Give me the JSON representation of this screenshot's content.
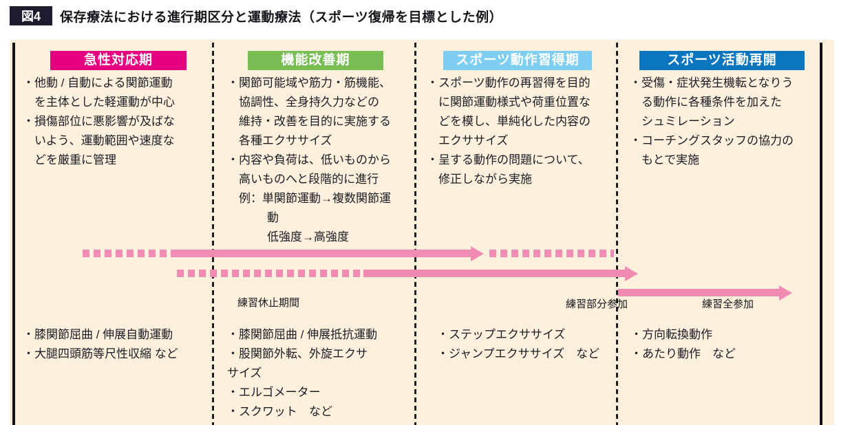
{
  "figure": {
    "label": "図4",
    "title": "保存療法における進行期区分と運動療法（スポーツ復帰を目標とした例）"
  },
  "colors": {
    "badge": "#1c1c2e",
    "board_bg": "#fdf1de",
    "phase1": "#e4007f",
    "phase2": "#79bd55",
    "phase3": "#7ecef4",
    "phase4": "#0b76c0",
    "arrow": "#f08cb4",
    "text": "#1b1b24"
  },
  "columns": [
    {
      "header": "急性対応期",
      "notes": [
        {
          "text": "・他動 / 自動による関節運動",
          "style": "b"
        },
        {
          "text": "を主体とした軽運動が中心",
          "style": "i"
        },
        {
          "text": "・損傷部位に悪影響が及ばな",
          "style": "b"
        },
        {
          "text": "いよう、運動範囲や速度な",
          "style": "i"
        },
        {
          "text": "どを厳重に管理",
          "style": "i"
        }
      ],
      "exercises": [
        {
          "text": "・膝関節屈曲 / 伸展自動運動",
          "style": "b"
        },
        {
          "text": "・大腿四頭筋等尺性収縮 など",
          "style": "b"
        }
      ]
    },
    {
      "header": "機能改善期",
      "notes": [
        {
          "text": "・関節可能域や筋力・筋機能、",
          "style": "b"
        },
        {
          "text": "協調性、全身持久力などの",
          "style": "i"
        },
        {
          "text": "維持・改善を目的に実施する",
          "style": "i"
        },
        {
          "text": "各種エクササイズ",
          "style": "i"
        },
        {
          "text": "・内容や負荷は、低いものから",
          "style": "b"
        },
        {
          "text": "高いものへと段階的に進行",
          "style": "i"
        },
        {
          "text": "例：単関節運動→複数関節運",
          "style": "i"
        },
        {
          "text": "動",
          "style": "i3"
        },
        {
          "text": "低強度→高強度",
          "style": "i3"
        }
      ],
      "exercises": [
        {
          "text": "・膝関節屈曲 / 伸展抵抗運動",
          "style": "b"
        },
        {
          "text": "・股関節外転、外旋エクサ",
          "style": "b"
        },
        {
          "text": "サイズ",
          "style": "b"
        },
        {
          "text": "・エルゴメーター",
          "style": "b"
        },
        {
          "text": "・スクワット　など",
          "style": "b"
        }
      ]
    },
    {
      "header": "スポーツ動作習得期",
      "notes": [
        {
          "text": "・スポーツ動作の再習得を目的",
          "style": "b"
        },
        {
          "text": "に関節運動様式や荷重位置な",
          "style": "i"
        },
        {
          "text": "どを模し、単純化した内容の",
          "style": "i"
        },
        {
          "text": "エクササイズ",
          "style": "i"
        },
        {
          "text": "・呈する動作の問題について、",
          "style": "b"
        },
        {
          "text": "修正しながら実施",
          "style": "i"
        }
      ],
      "exercises": [
        {
          "text": "・ステップエクササイズ",
          "style": "b"
        },
        {
          "text": "・ジャンプエクササイズ　など",
          "style": "b"
        }
      ]
    },
    {
      "header": "スポーツ活動再開",
      "notes": [
        {
          "text": "・受傷・症状発生機転となりう",
          "style": "b"
        },
        {
          "text": "る動作に各種条件を加えた",
          "style": "i"
        },
        {
          "text": "シュミレーション",
          "style": "i"
        },
        {
          "text": "・コーチングスタッフの協力の",
          "style": "b"
        },
        {
          "text": "もとで実施",
          "style": "i"
        }
      ],
      "exercises": [
        {
          "text": "・方向転換動作",
          "style": "b"
        },
        {
          "text": "・あたり動作　など",
          "style": "b"
        }
      ]
    }
  ],
  "timeline": {
    "rest_label": "練習休止期間",
    "partial_label": "練習部分参加",
    "full_label": "練習全参加"
  }
}
